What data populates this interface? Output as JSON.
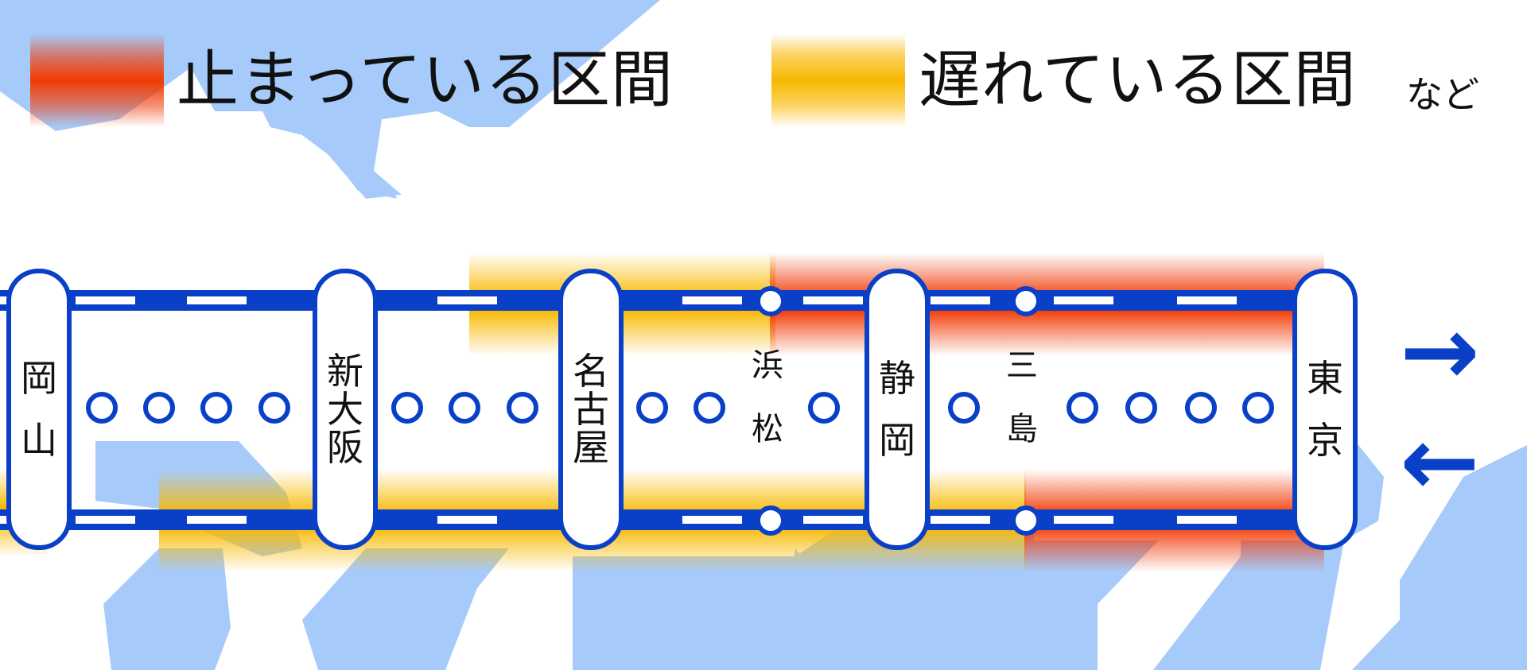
{
  "legend": {
    "stopped_label": "止まっている区間",
    "delayed_label": "遅れている区間",
    "etc_label": "など",
    "stopped_color": "#f33a00",
    "delayed_color": "#f8b800"
  },
  "line": {
    "color": "#0a3fc8",
    "map_water_color": "#a6cbfa"
  },
  "stations": {
    "okayama": {
      "chars": [
        "岡",
        "山"
      ]
    },
    "shin_osaka": {
      "chars": [
        "新",
        "大",
        "阪"
      ]
    },
    "nagoya": {
      "chars": [
        "名",
        "古",
        "屋"
      ]
    },
    "hamamatsu": {
      "chars": [
        "浜",
        "松"
      ]
    },
    "shizuoka": {
      "chars": [
        "静",
        "岡"
      ]
    },
    "mishima": {
      "chars": [
        "三",
        "島"
      ]
    },
    "tokyo": {
      "chars": [
        "東",
        "京"
      ]
    }
  },
  "arrows": {
    "outbound": "→",
    "inbound": "←"
  }
}
